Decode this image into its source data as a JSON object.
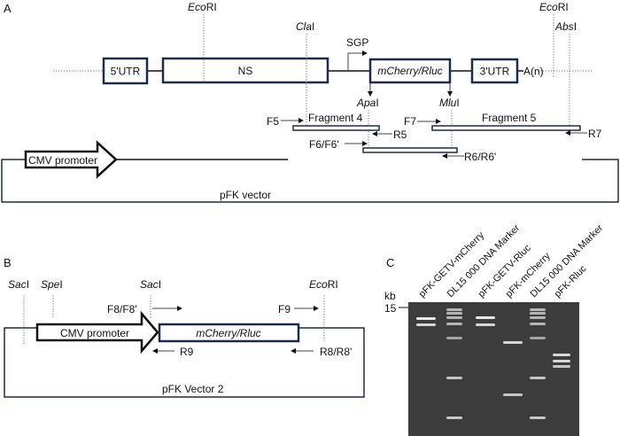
{
  "panels": {
    "a": {
      "letter": "A",
      "genome": {
        "utr5": "5'UTR",
        "ns": "NS",
        "sgp": "SGP",
        "reporter": "mCherry/Rluc",
        "utr3": "3'UTR",
        "polyA": "A(n)"
      },
      "sites": {
        "ecori_1": {
          "italic": "Eco",
          "rest": "RI"
        },
        "clai": {
          "italic": "Cla",
          "rest": "I"
        },
        "apai": {
          "italic": "Apa",
          "rest": "I"
        },
        "mlui": {
          "italic": "Mlu",
          "rest": "I"
        },
        "ecori_2": {
          "italic": "Eco",
          "rest": "RI"
        },
        "absi": {
          "italic": "Abs",
          "rest": "I"
        }
      },
      "fragments": {
        "frag4": "Fragment 4",
        "frag5": "Fragment 5"
      },
      "primers": {
        "f5": "F5",
        "r5": "R5",
        "f6": "F6/F6'",
        "r6": "R6/R6'",
        "f7": "F7",
        "r7": "R7"
      },
      "cmv": "CMV promoter",
      "vector": "pFK vector"
    },
    "b": {
      "letter": "B",
      "sites": {
        "saci_1": {
          "italic": "Sac",
          "rest": "I"
        },
        "spei": {
          "italic": "Spe",
          "rest": "I"
        },
        "saci_2": {
          "italic": "Sac",
          "rest": "I"
        },
        "ecori": {
          "italic": "Eco",
          "rest": "RI"
        }
      },
      "primers": {
        "f8": "F8/F8'",
        "f9": "F9",
        "r9": "R9",
        "r8": "R8/R8'"
      },
      "cmv": "CMV promoter",
      "reporter": "mCherry/Rluc",
      "vector": "pFK Vector 2"
    },
    "c": {
      "letter": "C",
      "unit": "kb",
      "size_marker": "15",
      "lanes": [
        "pFK-GETV-mCherry",
        "DL15 000 DNA Marker",
        "pFK-GETV-Rluc",
        "pFK-mCherry",
        "DL15 000 DNA Marker",
        "pFK-Rluc"
      ]
    }
  },
  "colors": {
    "box_stroke": "#1d2b4a",
    "gel_bg": "#3c3c3c",
    "band": "#e8e8e8"
  }
}
